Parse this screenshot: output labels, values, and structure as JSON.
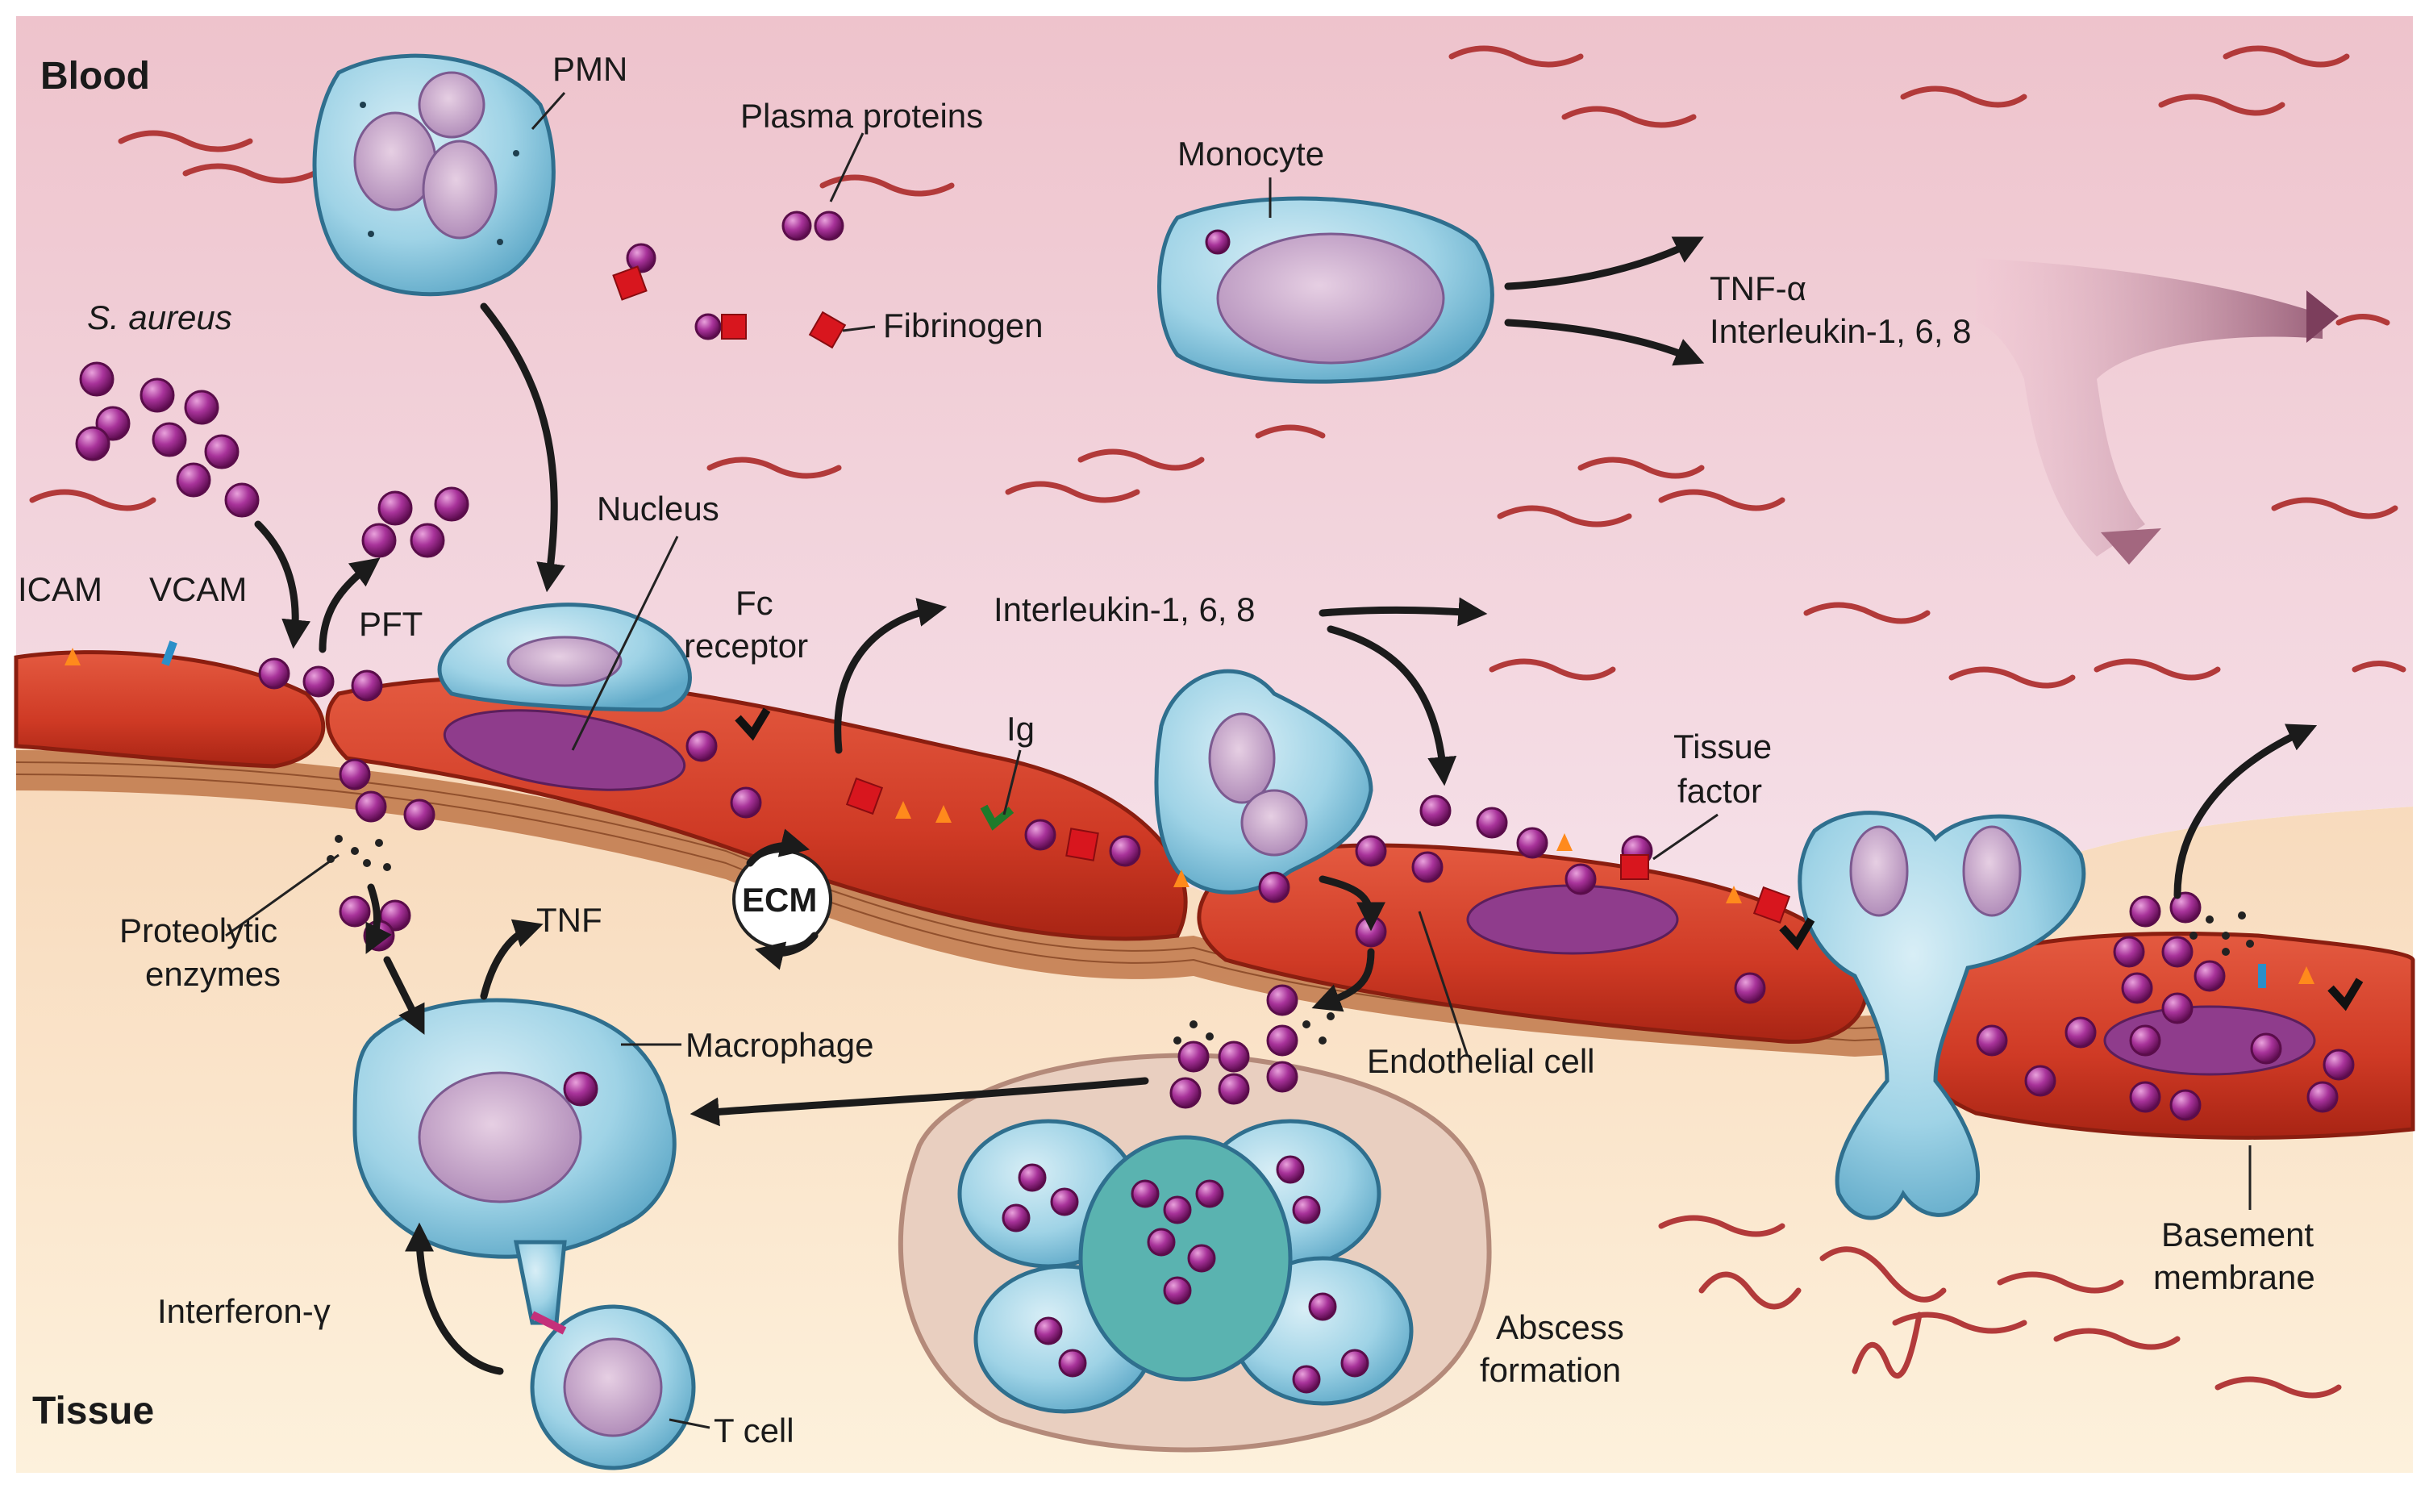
{
  "regions": {
    "blood": "Blood",
    "tissue": "Tissue"
  },
  "labels": {
    "pmn": "PMN",
    "plasma_proteins": "Plasma proteins",
    "monocyte": "Monocyte",
    "s_aureus": "S. aureus",
    "fibrinogen": "Fibrinogen",
    "tnf_alpha": "TNF-α",
    "interleukin_top": "Interleukin-1, 6, 8",
    "icam": "ICAM",
    "vcam": "VCAM",
    "pft": "PFT",
    "nucleus": "Nucleus",
    "fc_receptor_line1": "Fc",
    "fc_receptor_line2": "receptor",
    "interleukin_mid": "Interleukin-1, 6, 8",
    "ig": "Ig",
    "tissue_factor_line1": "Tissue",
    "tissue_factor_line2": "factor",
    "ecm": "ECM",
    "proteolytic_line1": "Proteolytic",
    "proteolytic_line2": "enzymes",
    "tnf": "TNF",
    "macrophage": "Macrophage",
    "endothelial_cell": "Endothelial cell",
    "interferon_gamma": "Interferon-γ",
    "abscess_line1": "Abscess",
    "abscess_line2": "formation",
    "t_cell": "T cell",
    "basement_line1": "Basement",
    "basement_line2": "membrane"
  },
  "colors": {
    "blood_bg_top": "#f0c9d0",
    "blood_bg_bottom": "#f6e3ea",
    "tissue_bg_top": "#f8dcc0",
    "tissue_bg_bottom": "#fdf1dc",
    "endothelium": "#d8432c",
    "endothelium_dark": "#a5261a",
    "immune_cell": "#8ccbe0",
    "bacteria": "#8a1f7a",
    "fibrinogen": "#d8161e",
    "rbc_squiggle": "#b23a3a"
  }
}
